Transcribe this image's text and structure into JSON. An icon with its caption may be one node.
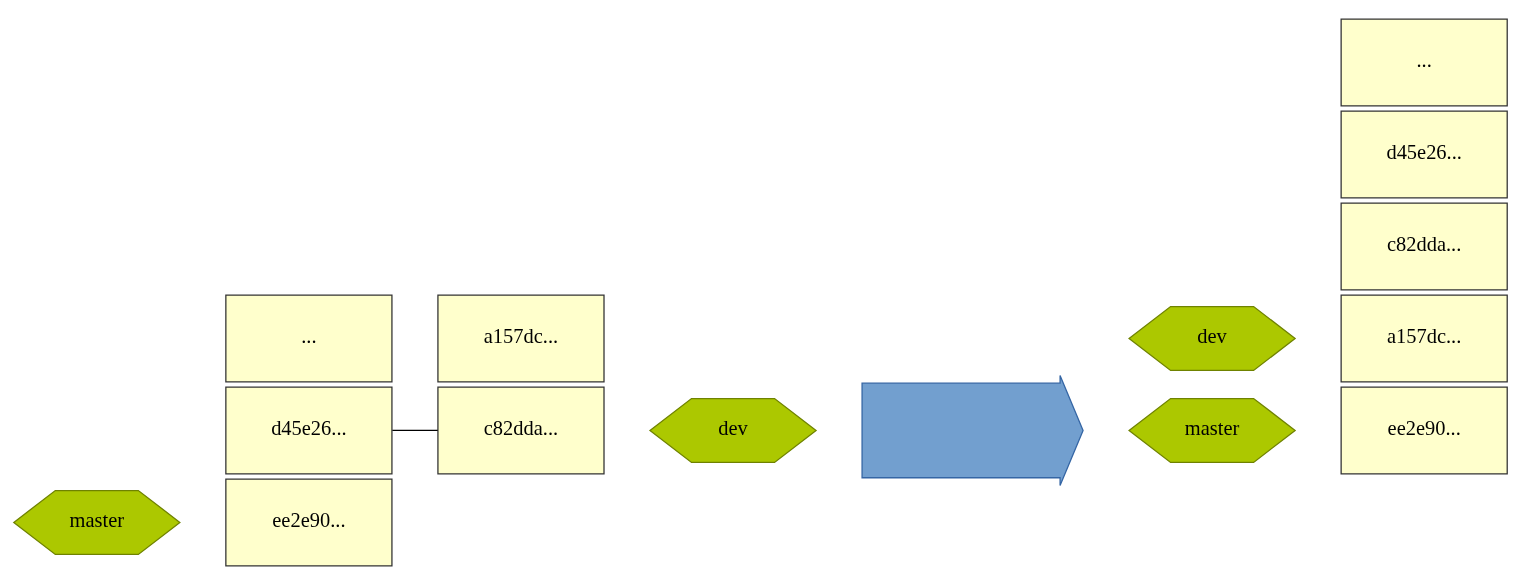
{
  "diagram": {
    "nodes": [
      {
        "text": [
          "master"
        ]
      },
      {
        "text": [
          "ee2e90..."
        ]
      },
      {
        "text": [
          "d45e26..."
        ]
      },
      {
        "text": [
          "..."
        ]
      },
      {
        "text": [
          "a157dc..."
        ]
      },
      {
        "text": [
          "c82dda..."
        ]
      },
      {
        "text": [
          "dev"
        ]
      },
      {
        "text": [],
        "shape": "arrow"
      },
      {
        "text": [
          "dev"
        ]
      },
      {
        "text": [
          "master"
        ]
      },
      {
        "text": [
          "a157dc..."
        ]
      },
      {
        "text": [
          "c82dda..."
        ]
      },
      {
        "text": [
          "ee2e90..."
        ]
      },
      {
        "text": [
          "d45e26..."
        ]
      },
      {
        "text": [
          "..."
        ]
      }
    ],
    "edges": [
      {
        "from": 2,
        "to": 5,
        "arrow": "none"
      }
    ]
  }
}
